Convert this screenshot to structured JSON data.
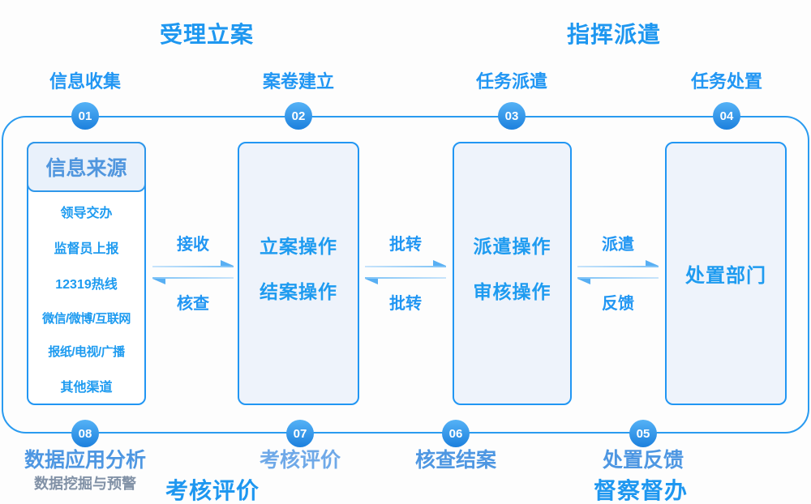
{
  "phase_headers": {
    "top_left": "受理立案",
    "top_right": "指挥派遣",
    "bottom_left": "考核评价",
    "bottom_right": "督察督办"
  },
  "top_steps": [
    {
      "number": "01",
      "label": "信息收集"
    },
    {
      "number": "02",
      "label": "案卷建立"
    },
    {
      "number": "03",
      "label": "任务派遣"
    },
    {
      "number": "04",
      "label": "任务处置"
    }
  ],
  "bottom_steps": [
    {
      "number": "08",
      "label": "数据应用分析",
      "sublabel": "数据挖掘与预警"
    },
    {
      "number": "07",
      "label": "考核评价"
    },
    {
      "number": "06",
      "label": "核查结案"
    },
    {
      "number": "05",
      "label": "处置反馈"
    }
  ],
  "source_box": {
    "header": "信息来源",
    "items": [
      "领导交办",
      "监督员上报",
      "12319热线",
      "微信/微博/互联网",
      "报纸/电视/广播",
      "其他渠道"
    ]
  },
  "process_boxes": {
    "case_box": {
      "line1": "立案操作",
      "line2": "结案操作"
    },
    "dispatch_box": {
      "line1": "派遣操作",
      "line2": "审核操作"
    },
    "handle_box": {
      "line1": "处置部门"
    }
  },
  "flows": [
    {
      "forward": "接收",
      "backward": "核查"
    },
    {
      "forward": "批转",
      "backward": "批转"
    },
    {
      "forward": "派遣",
      "backward": "反馈"
    }
  ],
  "colors": {
    "accent_blue": "#2196f3",
    "text_blue": "#1e9bf0",
    "badge_gradient_top": "#55b2f6",
    "badge_gradient_bottom": "#1c80dd",
    "box_fill": "#eef3fb",
    "source_header_fill": "#e9f1fb",
    "soft_label_blue": "#4e97e2",
    "sublabel_gray": "#8191a6",
    "arrow_head": "#58aff3"
  }
}
